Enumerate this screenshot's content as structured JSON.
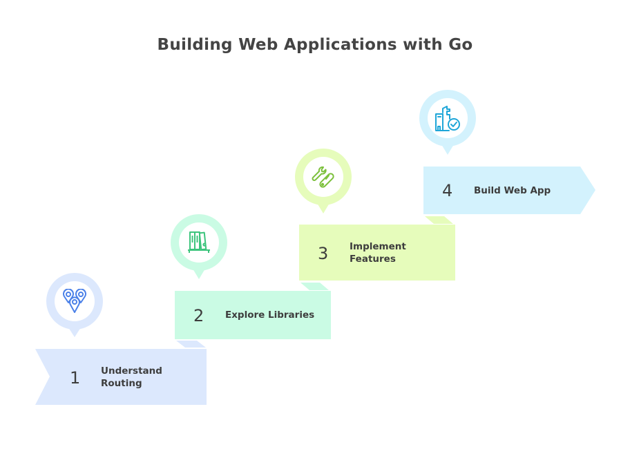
{
  "title": "Building Web Applications with Go",
  "steps": [
    {
      "number": "1",
      "label_line1": "Understand",
      "label_line2": "Routing",
      "icon": "map-pins-icon",
      "fill": "#dce8fd",
      "ring": "#dce8fd",
      "icon_color": "#4a80e8"
    },
    {
      "number": "2",
      "label_line1": "Explore Libraries",
      "label_line2": "",
      "icon": "bookshelf-icon",
      "fill": "#cafbe4",
      "ring": "#cafbe4",
      "icon_color": "#3cc47c"
    },
    {
      "number": "3",
      "label_line1": "Implement",
      "label_line2": "Features",
      "icon": "tools-icon",
      "fill": "#e6fcbb",
      "ring": "#e6fcbb",
      "icon_color": "#7cc03c"
    },
    {
      "number": "4",
      "label_line1": "Build Web App",
      "label_line2": "",
      "icon": "building-check-icon",
      "fill": "#d3f2fd",
      "ring": "#d3f2fd",
      "icon_color": "#1ea6d8"
    }
  ]
}
